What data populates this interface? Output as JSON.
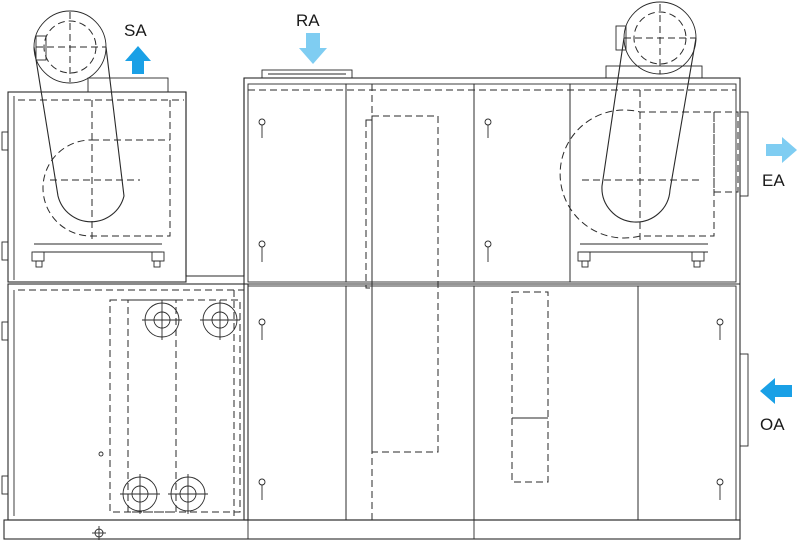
{
  "labels": {
    "supply_air": "SA",
    "return_air": "RA",
    "exhaust_air": "EA",
    "outside_air": "OA"
  },
  "colors": {
    "linework": "#2a2a2a",
    "arrow_supply_outside": "#1aa0e6",
    "arrow_return_exhaust": "#7fcdf2"
  },
  "icons": {
    "supply_arrow": "arrow-up-icon",
    "return_arrow": "arrow-down-icon",
    "exhaust_arrow": "arrow-right-icon",
    "outside_arrow": "arrow-left-icon"
  }
}
